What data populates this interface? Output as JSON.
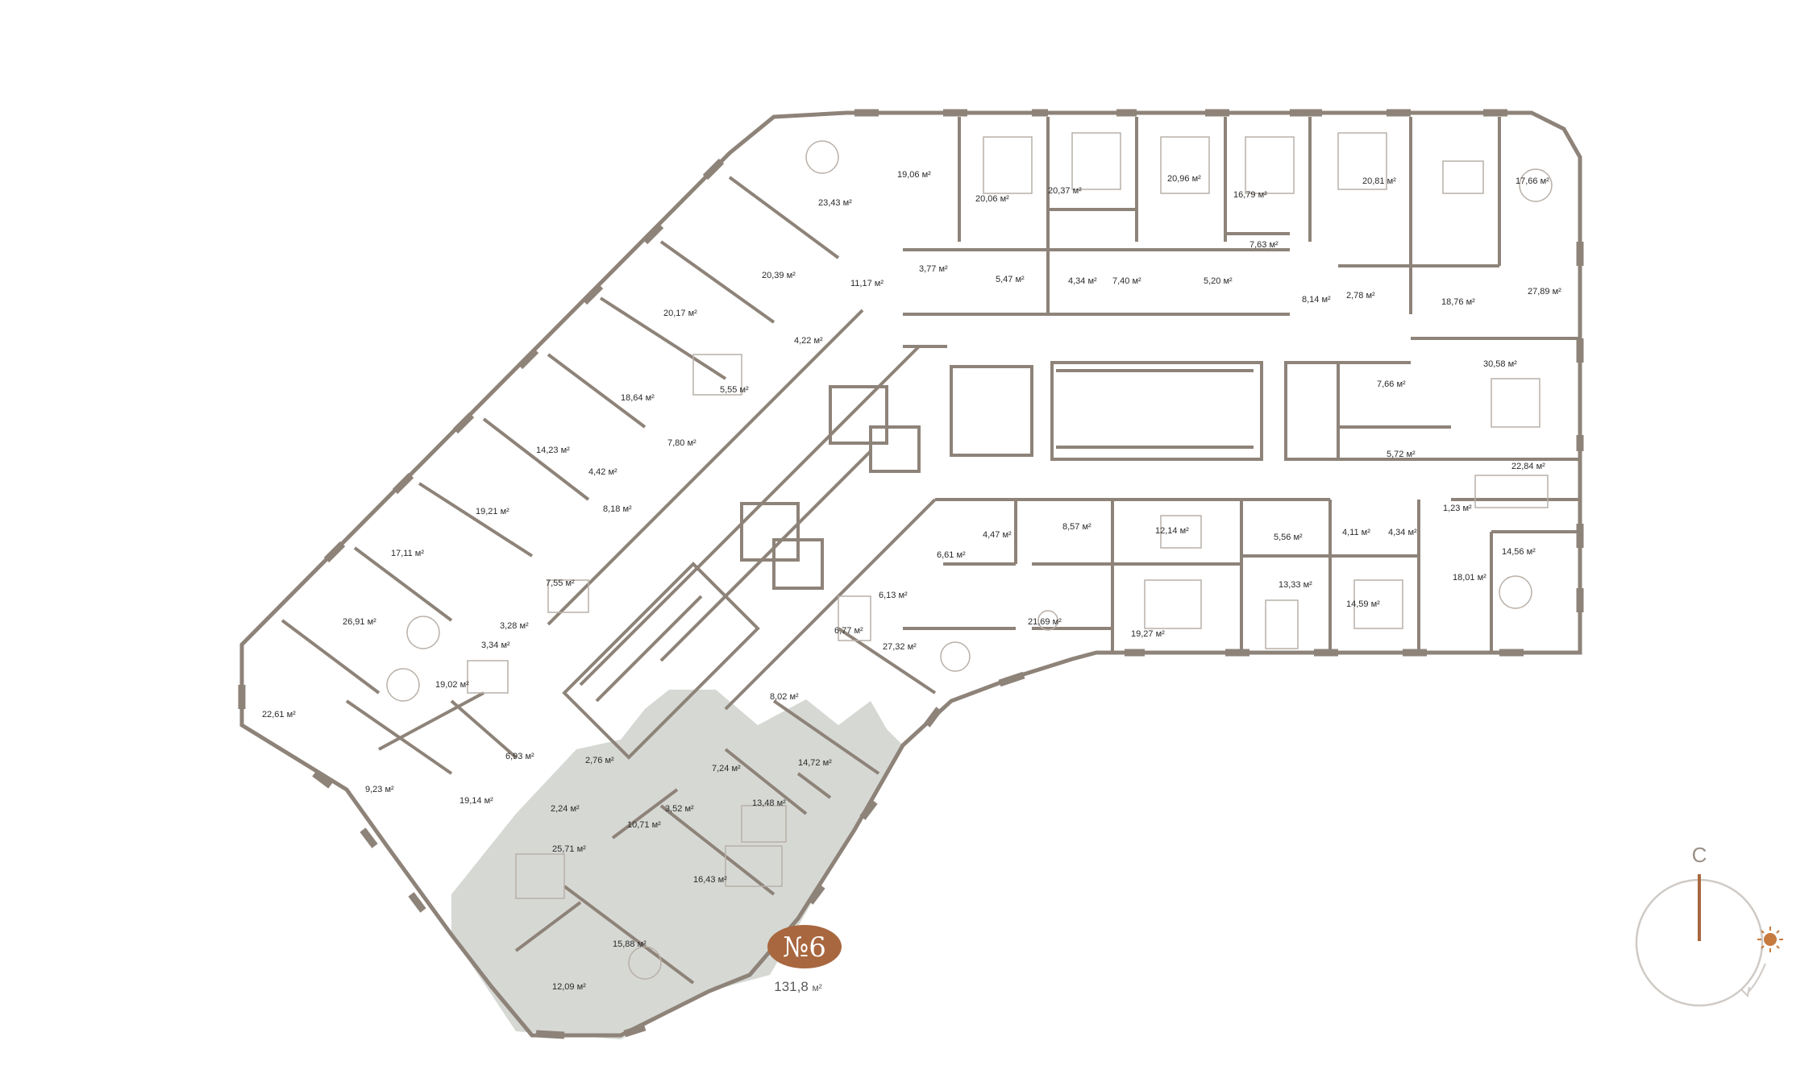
{
  "colors": {
    "wall": "#8e8379",
    "wall_light": "#b9b0a8",
    "highlight": "#d6d8d4",
    "badge": "#a8673f",
    "compass_ring": "#cfcac5",
    "compass_needle": "#a8673f",
    "sun": "#c77a3f"
  },
  "apartment": {
    "badge": "№6",
    "area_value": "131,8",
    "area_unit": "м²"
  },
  "compass": {
    "north_label": "С",
    "sun_icon": "sun-icon"
  },
  "rooms": [
    {
      "id": "r01",
      "label": "23,43 м²"
    },
    {
      "id": "r02",
      "label": "19,06 м²"
    },
    {
      "id": "r03",
      "label": "20,06 м²"
    },
    {
      "id": "r04",
      "label": "20,37 м²"
    },
    {
      "id": "r05",
      "label": "20,96 м²"
    },
    {
      "id": "r06",
      "label": "16,79 м²"
    },
    {
      "id": "r07",
      "label": "20,81 м²"
    },
    {
      "id": "r08",
      "label": "17,66 м²"
    },
    {
      "id": "r09",
      "label": "20,39 м²"
    },
    {
      "id": "r10",
      "label": "11,17 м²"
    },
    {
      "id": "r11",
      "label": "3,77 м²"
    },
    {
      "id": "r12",
      "label": "5,47 м²"
    },
    {
      "id": "r13",
      "label": "4,34 м²"
    },
    {
      "id": "r14",
      "label": "7,40 м²"
    },
    {
      "id": "r15",
      "label": "5,20 м²"
    },
    {
      "id": "r16",
      "label": "7,63 м²"
    },
    {
      "id": "r17",
      "label": "8,14 м²"
    },
    {
      "id": "r18",
      "label": "2,78 м²"
    },
    {
      "id": "r19",
      "label": "18,76 м²"
    },
    {
      "id": "r20",
      "label": "27,89 м²"
    },
    {
      "id": "r21",
      "label": "20,17 м²"
    },
    {
      "id": "r22",
      "label": "4,22 м²"
    },
    {
      "id": "r23",
      "label": "5,55 м²"
    },
    {
      "id": "r24",
      "label": "18,64 м²"
    },
    {
      "id": "r25",
      "label": "7,80 м²"
    },
    {
      "id": "r26",
      "label": "7,66 м²"
    },
    {
      "id": "r27",
      "label": "30,58 м²"
    },
    {
      "id": "r28",
      "label": "14,23 м²"
    },
    {
      "id": "r29",
      "label": "4,42 м²"
    },
    {
      "id": "r30",
      "label": "8,18 м²"
    },
    {
      "id": "r31",
      "label": "5,72 м²"
    },
    {
      "id": "r32",
      "label": "22,84 м²"
    },
    {
      "id": "r33",
      "label": "19,21 м²"
    },
    {
      "id": "r34",
      "label": "1,23 м²"
    },
    {
      "id": "r35",
      "label": "8,57 м²"
    },
    {
      "id": "r36",
      "label": "12,14 м²"
    },
    {
      "id": "r37",
      "label": "5,56 м²"
    },
    {
      "id": "r38",
      "label": "4,11 м²"
    },
    {
      "id": "r39",
      "label": "4,34 м²"
    },
    {
      "id": "r40",
      "label": "4,47 м²"
    },
    {
      "id": "r41",
      "label": "6,61 м²"
    },
    {
      "id": "r42",
      "label": "14,56 м²"
    },
    {
      "id": "r43",
      "label": "17,11 м²"
    },
    {
      "id": "r44",
      "label": "7,55 м²"
    },
    {
      "id": "r45",
      "label": "18,01 м²"
    },
    {
      "id": "r46",
      "label": "13,33 м²"
    },
    {
      "id": "r47",
      "label": "14,59 м²"
    },
    {
      "id": "r48",
      "label": "26,91 м²"
    },
    {
      "id": "r49",
      "label": "3,28 м²"
    },
    {
      "id": "r50",
      "label": "3,34 м²"
    },
    {
      "id": "r51",
      "label": "6,13 м²"
    },
    {
      "id": "r52",
      "label": "21,69 м²"
    },
    {
      "id": "r53",
      "label": "19,27 м²"
    },
    {
      "id": "r54",
      "label": "6,77 м²"
    },
    {
      "id": "r55",
      "label": "27,32 м²"
    },
    {
      "id": "r56",
      "label": "19,02 м²"
    },
    {
      "id": "r57",
      "label": "22,61 м²"
    },
    {
      "id": "r58",
      "label": "8,02 м²"
    },
    {
      "id": "r59",
      "label": "6,93 м²"
    },
    {
      "id": "r60",
      "label": "2,76 м²"
    },
    {
      "id": "r61",
      "label": "7,24 м²"
    },
    {
      "id": "r62",
      "label": "14,72 м²"
    },
    {
      "id": "r63",
      "label": "9,23 м²"
    },
    {
      "id": "r64",
      "label": "19,14 м²"
    },
    {
      "id": "r65",
      "label": "2,24 м²"
    },
    {
      "id": "r66",
      "label": "3,52 м²"
    },
    {
      "id": "r67",
      "label": "13,48 м²"
    },
    {
      "id": "r68",
      "label": "10,71 м²"
    },
    {
      "id": "r69",
      "label": "25,71 м²"
    },
    {
      "id": "r70",
      "label": "16,43 м²"
    },
    {
      "id": "r71",
      "label": "15,88 м²"
    },
    {
      "id": "r72",
      "label": "12,09 м²"
    }
  ]
}
